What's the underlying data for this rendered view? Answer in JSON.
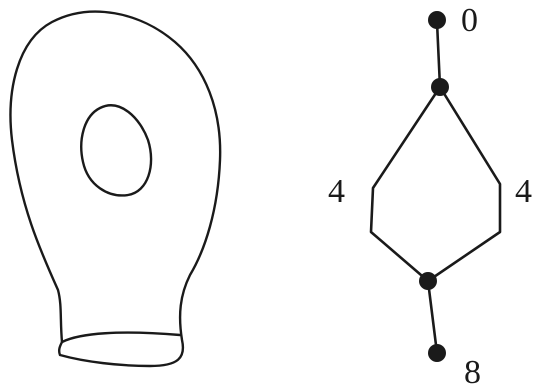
{
  "diagram": {
    "graph": {
      "node_labels": {
        "top": "0",
        "bottom": "8"
      },
      "edge_labels": {
        "left": "4",
        "right": "4"
      }
    }
  }
}
